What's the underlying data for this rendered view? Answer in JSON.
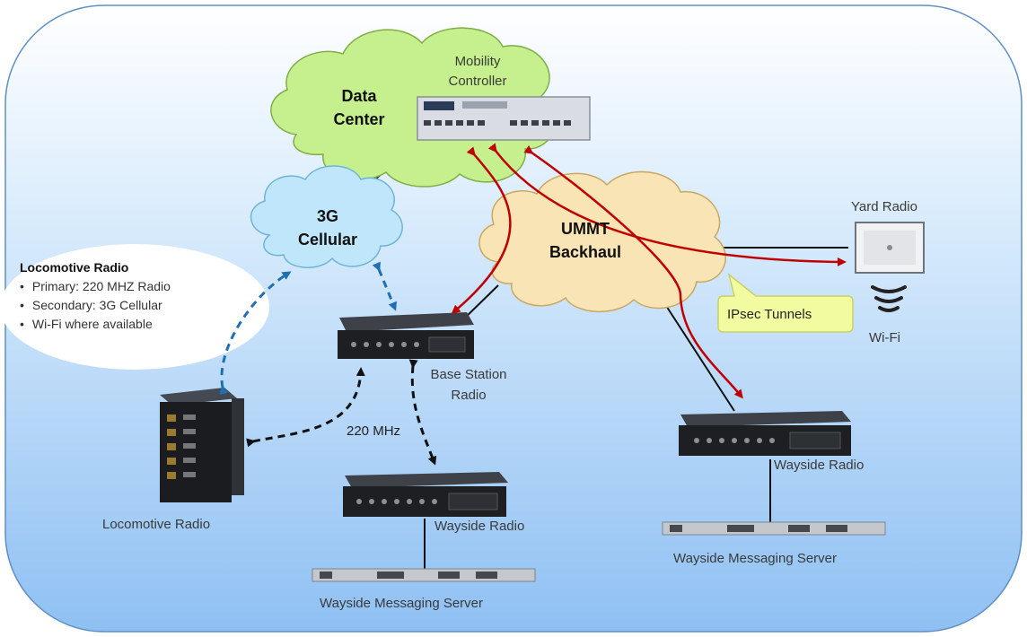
{
  "clouds": {
    "data_center": [
      "Data",
      "Center"
    ],
    "cellular": [
      "3G",
      "Cellular"
    ],
    "backhaul": [
      "UMMT",
      "Backhaul"
    ]
  },
  "devices": {
    "mobility_controller": [
      "Mobility",
      "Controller"
    ],
    "yard_radio": "Yard Radio",
    "wifi": "Wi-Fi",
    "base_station": [
      "Base Station",
      "Radio"
    ],
    "locomotive_radio": "Locomotive Radio",
    "wayside_radio_left": "Wayside Radio",
    "wayside_radio_right": "Wayside Radio",
    "wms_left": "Wayside Messaging Server",
    "wms_right": "Wayside Messaging Server"
  },
  "links": {
    "freq_220": "220 MHz",
    "ipsec": "IPsec Tunnels"
  },
  "locomotive_box": {
    "title": "Locomotive Radio",
    "items": [
      "Primary:  220 MHZ Radio",
      "Secondary:  3G Cellular",
      "Wi-Fi where available"
    ]
  },
  "colors": {
    "background_top": "#ffffff",
    "background_bottom": "#8fc0f3",
    "data_center_cloud": "#c6f08e",
    "cellular_cloud": "#bfe6fb",
    "backhaul_cloud": "#f9e4b5",
    "callout": "#f3fba0",
    "tunnel_arrow": "#c00000",
    "radio_link": "#1f6fb5",
    "wired_link": "#111111"
  }
}
